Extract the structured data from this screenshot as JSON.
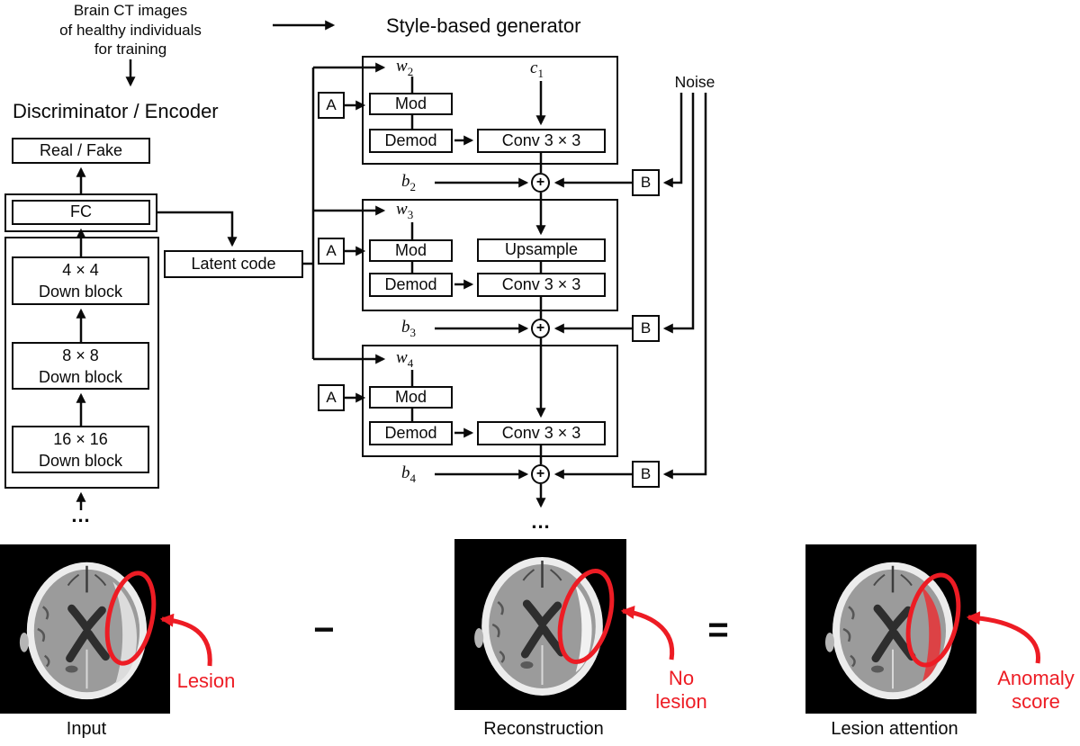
{
  "header": {
    "note_lines": [
      "Brain CT images",
      "of healthy individuals",
      "for training"
    ],
    "encoder_title": "Discriminator / Encoder",
    "generator_title": "Style-based generator"
  },
  "encoder": {
    "real_fake": "Real / Fake",
    "fc": "FC",
    "down_blocks": [
      {
        "size": "4 × 4",
        "label": "Down block"
      },
      {
        "size": "8 × 8",
        "label": "Down block"
      },
      {
        "size": "16 × 16",
        "label": "Down block"
      }
    ],
    "input_ellipsis": "...",
    "latent_code": "Latent code"
  },
  "generator": {
    "noise": "Noise",
    "plus_symbol": "+",
    "output_ellipsis": "...",
    "blocks": [
      {
        "a": "A",
        "b_box": "B",
        "w": {
          "base": "w",
          "sub": "2"
        },
        "c": {
          "base": "c",
          "sub": "1"
        },
        "mod": "Mod",
        "demod": "Demod",
        "conv": "Conv 3 × 3",
        "bias": {
          "base": "b",
          "sub": "2"
        }
      },
      {
        "a": "A",
        "b_box": "B",
        "w": {
          "base": "w",
          "sub": "3"
        },
        "mod": "Mod",
        "demod": "Demod",
        "upsample": "Upsample",
        "conv": "Conv 3 × 3",
        "bias": {
          "base": "b",
          "sub": "3"
        }
      },
      {
        "a": "A",
        "b_box": "B",
        "w": {
          "base": "w",
          "sub": "4"
        },
        "mod": "Mod",
        "demod": "Demod",
        "conv": "Conv 3 × 3",
        "bias": {
          "base": "b",
          "sub": "4"
        }
      }
    ]
  },
  "comparison": {
    "minus": "−",
    "equals": "=",
    "panels": [
      {
        "caption": "Input",
        "annotation_lines": [
          "Lesion"
        ]
      },
      {
        "caption": "Reconstruction",
        "annotation_lines": [
          "No",
          "lesion"
        ]
      },
      {
        "caption": "Lesion attention",
        "annotation_lines": [
          "Anomaly",
          "score"
        ]
      }
    ]
  },
  "colors": {
    "annotation_red": "#ed1c24",
    "line_black": "#0a0a0a"
  }
}
